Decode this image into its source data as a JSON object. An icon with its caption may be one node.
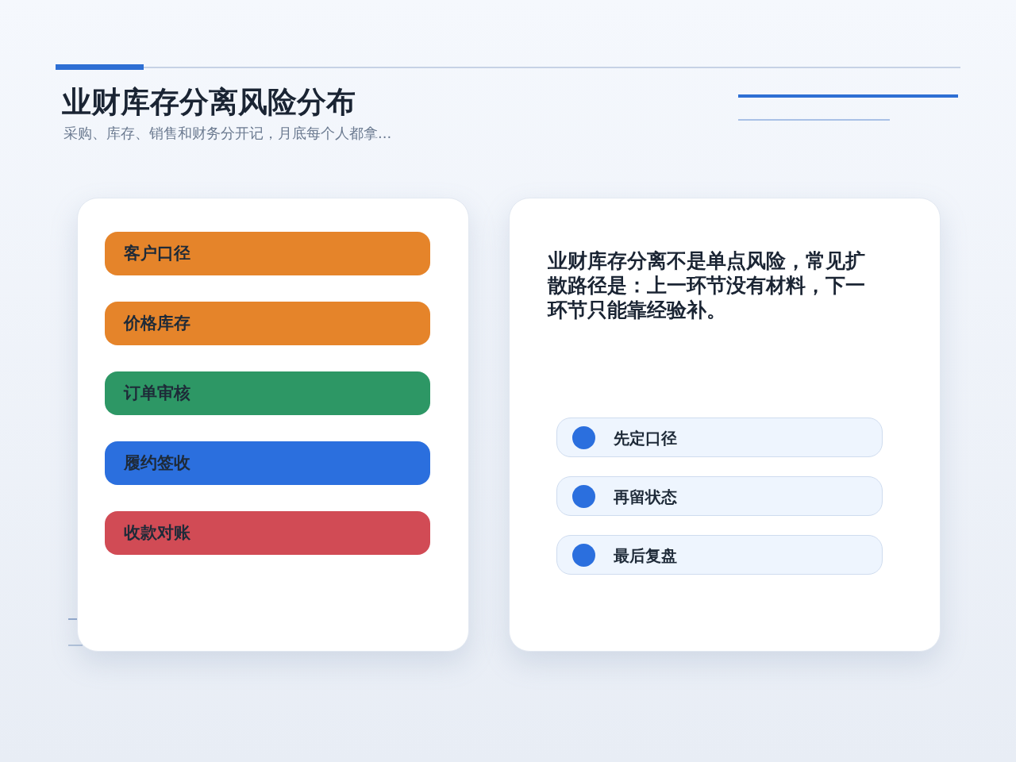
{
  "diagram": {
    "title": "业财库存分离风险分布",
    "nodes": [
      {
        "text": [],
        "shape": "box"
      },
      {
        "text": [
          "客户口径"
        ],
        "in": 0
      },
      {
        "text": [
          "价格库存"
        ],
        "in": 0
      },
      {
        "text": [
          "订单审核"
        ],
        "in": 0
      },
      {
        "text": [
          "履约签收"
        ],
        "in": 0
      },
      {
        "text": [
          "收款对账"
        ],
        "in": 0
      },
      {
        "text": [
          "业财库存分离不是单点风险，常见扩散路径是：上一环节没有材料，下一环节只能靠经验补。"
        ]
      },
      {
        "text": [
          "先定口径"
        ],
        "in": 6
      },
      {
        "text": [
          "再留状态"
        ],
        "in": 6
      },
      {
        "text": [
          "最后复盘"
        ],
        "in": 6
      }
    ],
    "labels": [
      "采购、库存、销售和财务分开记，月底每个人都拿..."
    ]
  }
}
